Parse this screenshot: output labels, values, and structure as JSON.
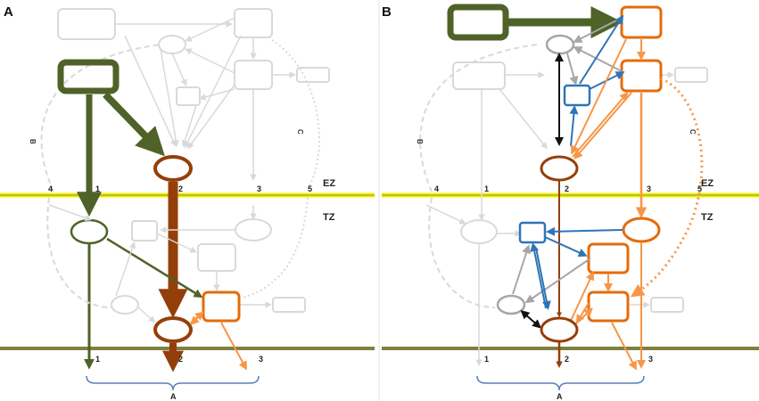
{
  "panels": [
    {
      "letter": "A",
      "zone_top": "EZ",
      "zone_mid": "TZ",
      "top_nums": [
        "4",
        "1",
        "2",
        "3",
        "5"
      ],
      "bottom_nums": [
        "1",
        "2",
        "3"
      ],
      "curve_left": "B",
      "curve_right": "C",
      "bracket": "A"
    },
    {
      "letter": "B",
      "zone_top": "EZ",
      "zone_mid": "TZ",
      "top_nums": [
        "4",
        "1",
        "2",
        "3",
        "5"
      ],
      "bottom_nums": [
        "1",
        "2",
        "3"
      ],
      "curve_left": "B",
      "curve_right": "C",
      "bracket": "A"
    }
  ],
  "colors": {
    "green": "#4f6228",
    "brown": "#943f0a",
    "orange": "#e46c0a",
    "orange_light": "#f79646",
    "blue": "#2e75b6",
    "grey": "#a6a6a6",
    "faint": "#d9d9d9",
    "yellow_line": "#f2f200",
    "olive_line": "#7f7f3f",
    "bracket": "#5b7fb5"
  }
}
